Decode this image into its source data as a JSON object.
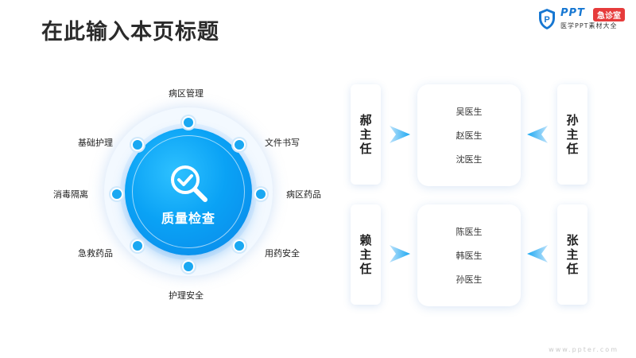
{
  "title": "在此输入本页标题",
  "logo": {
    "ppt": "PPT",
    "badge": "急诊室",
    "subtitle": "医学PPT素材大全",
    "brand_color": "#1677d2",
    "badge_color": "#e63b3b"
  },
  "center": {
    "label": "质量检查",
    "icon": "magnifier-check-icon",
    "color": "#0aa2f5"
  },
  "spokes": [
    {
      "label": "病区管理"
    },
    {
      "label": "文件书写"
    },
    {
      "label": "病区药品"
    },
    {
      "label": "用药安全"
    },
    {
      "label": "护理安全"
    },
    {
      "label": "急救药品"
    },
    {
      "label": "消毒隔离"
    },
    {
      "label": "基础护理"
    }
  ],
  "groups": [
    {
      "left_director": [
        "郝",
        "主",
        "任"
      ],
      "right_director": [
        "孙",
        "主",
        "任"
      ],
      "doctors": [
        "吴医生",
        "赵医生",
        "沈医生"
      ]
    },
    {
      "left_director": [
        "赖",
        "主",
        "任"
      ],
      "right_director": [
        "张",
        "主",
        "任"
      ],
      "doctors": [
        "陈医生",
        "韩医生",
        "孙医生"
      ]
    }
  ],
  "watermark": "www.ppter.com"
}
